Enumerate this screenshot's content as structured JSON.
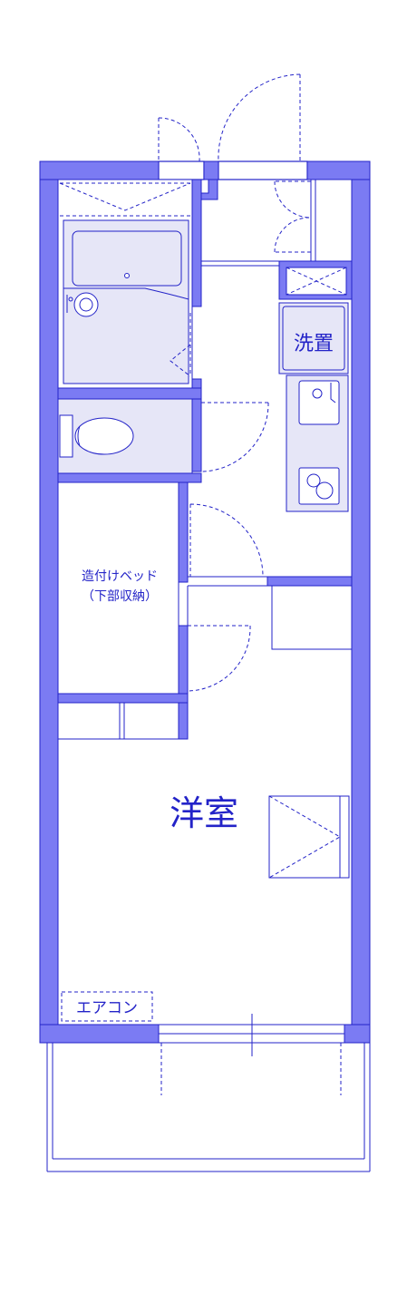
{
  "labels": {
    "washer": "洗置",
    "bed_line1": "造付けベッド",
    "bed_line2": "（下部収納）",
    "room": "洋室",
    "aircon": "エアコン"
  },
  "colors": {
    "wall": "#7b7bf3",
    "line": "#2323c8",
    "fixture": "#e6e6f7",
    "text": "#2323c8"
  }
}
